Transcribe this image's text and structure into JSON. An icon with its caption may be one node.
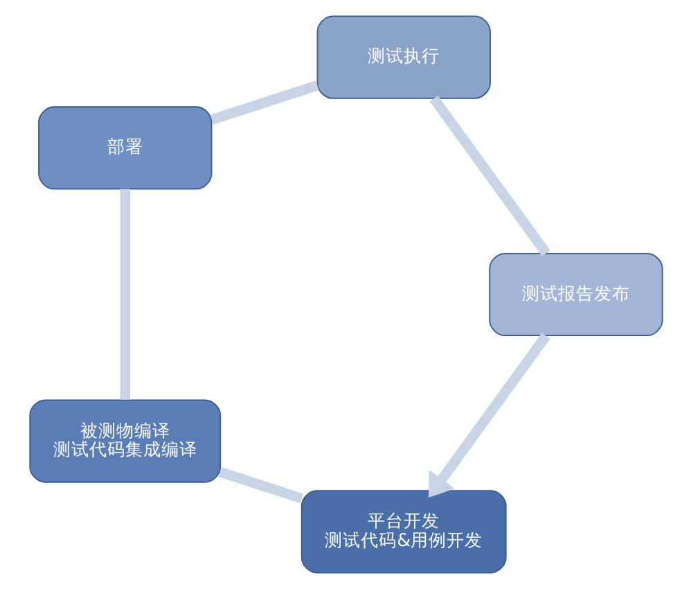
{
  "diagram": {
    "nodes": [
      {
        "text": [
          "平台开发",
          "测试代码&用例开发"
        ]
      },
      {
        "text": [
          "被测物编译",
          "测试代码集成编译"
        ]
      },
      {
        "text": [
          "部署"
        ]
      },
      {
        "text": [
          "测试执行"
        ]
      },
      {
        "text": [
          "测试报告发布"
        ]
      }
    ],
    "edges": [
      {
        "from": 0,
        "to": 1,
        "arrow": "none"
      },
      {
        "from": 1,
        "to": 2,
        "arrow": "none"
      },
      {
        "from": 2,
        "to": 3,
        "arrow": "none"
      },
      {
        "from": 3,
        "to": 4,
        "arrow": "none"
      },
      {
        "from": 4,
        "to": 0,
        "arrow": "to"
      }
    ]
  }
}
